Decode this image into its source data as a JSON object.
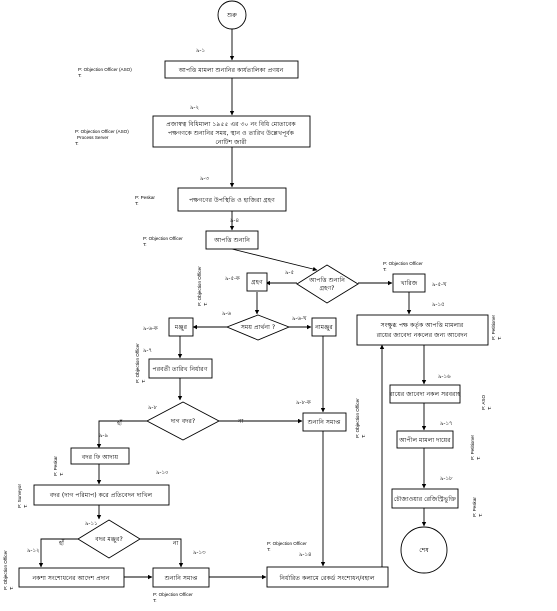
{
  "nodes": {
    "start": "শুরু",
    "n1": "আপত্তি মামলা শুনানির কার্যতালিকা প্রণয়ন",
    "n2_line1": "প্রজাস্বত্ব বিধিমালা ১৯৫৫ এর ৩০ নং বিধি মোতাবেক",
    "n2_line2": "পক্ষগণকে শুনানির সময়, স্থান ও তারিখ উল্লেখপূর্বক",
    "n2_line3": "নোটিশ জারী",
    "n3": "পক্ষগণের উপস্থিতি ও হাজিরা গ্রহণ",
    "n4": "আপত্তি শুনানি",
    "d5_line1": "আপত্তি শুনানি",
    "d5_line2": "গ্রহণ?",
    "n5k": "গ্রহণ",
    "n5kh": "খারিজ",
    "d6": "সময় প্রার্থনা ?",
    "n6k": "মঞ্জুর",
    "n6kh": "নামঞ্জুর",
    "n7": "পরবর্তী তারিখ নির্ধারণ",
    "d8": "দাগ বদর?",
    "n8k": "শুনানি সমাপ্ত",
    "n9": "বদর ফি আদায়",
    "n10": "বদর (দাগ পরিমাপ) করে প্রতিবেদন দাখিল",
    "d11": "বদর মঞ্জুর?",
    "n12": "নকশা সংশোধনের আদেশ প্রদান",
    "n13": "শুনানি সমাপ্ত",
    "n14": "নির্ধারিত কলামে রেকর্ড সংশোধন/বহাল",
    "n15_line1": "সংক্ষুব্ধ পক্ষ কর্তৃক আপত্তি মামলার",
    "n15_line2": "রায়ের জাবেদা নকলের জন্য আবেদন",
    "n16": "রায়ের জাবেদা নকল সরবরাহ",
    "n17": "আপীল মামলা দায়ের",
    "n18": "চৌজাওয়ার রেজিস্ট্রিভুক্তি",
    "end": "শেষ"
  },
  "step_numbers": {
    "s1": "৯-১",
    "s2": "৯-২",
    "s3": "৯-৩",
    "s4": "৯-৪",
    "s5": "৯-৫",
    "s5k": "৯-৫-ক",
    "s5kh": "৯-৫-খ",
    "s6": "৯-৬",
    "s6k": "৯-৬-ক",
    "s6kh": "৯-৬-খ",
    "s7": "৯-৭",
    "s8": "৯-৮",
    "s8k": "৯-৮-ক",
    "s9": "৯-৯",
    "s10": "৯-১০",
    "s11": "৯-১১",
    "s12": "৯-১২",
    "s13": "৯-১৩",
    "s14": "৯-১৪",
    "s15": "৯-১৫",
    "s16": "৯-১৬",
    "s17": "৯-১৭",
    "s18": "৯-১৮"
  },
  "roles": {
    "r1_line1": "P: Objection Officer (ASO)",
    "r1_line2": "T:",
    "r2_line1": "P: Objection Officer (ASO)",
    "r2_line2": "Process Server",
    "r2_line3": "T:",
    "r3_line1": "P: Peskar",
    "r3_line2": "T:",
    "r4_line1": "P: Objection Officer",
    "r4_line2": "T:",
    "r5_line1": "P: Objection Officer",
    "r5_line2": "T:",
    "r6_line1": "P: Objection Officer",
    "r6_line2": "T:",
    "r7_line1": "P: Objection Officer",
    "r7_line2": "T:",
    "r8_line1": "P: Objection Officer",
    "r8_line2": "T:",
    "r9_line1": "P: Peskar",
    "r9_line2": "T:",
    "r10_line1": "P: Surveyor",
    "r10_line2": "T:",
    "r11_line1": "P: Objection Officer",
    "r11_line2": "T:",
    "r12_line1": "P: Objection Officer",
    "r12_line2": "T:",
    "r13_line1": "P: Objection Officer",
    "r13_line2": "T:",
    "r14_line1": "P: Petitioner",
    "r14_line2": "T:",
    "r15_line1": "P: ASO",
    "r15_line2": "T:",
    "r16_line1": "P: Petitioner",
    "r16_line2": "T:",
    "r17_line1": "P: Peskar",
    "r17_line2": "T:"
  },
  "edge_labels": {
    "yes1": "হাঁ",
    "no1": "না",
    "yes2": "হাঁ",
    "no2": "না"
  }
}
